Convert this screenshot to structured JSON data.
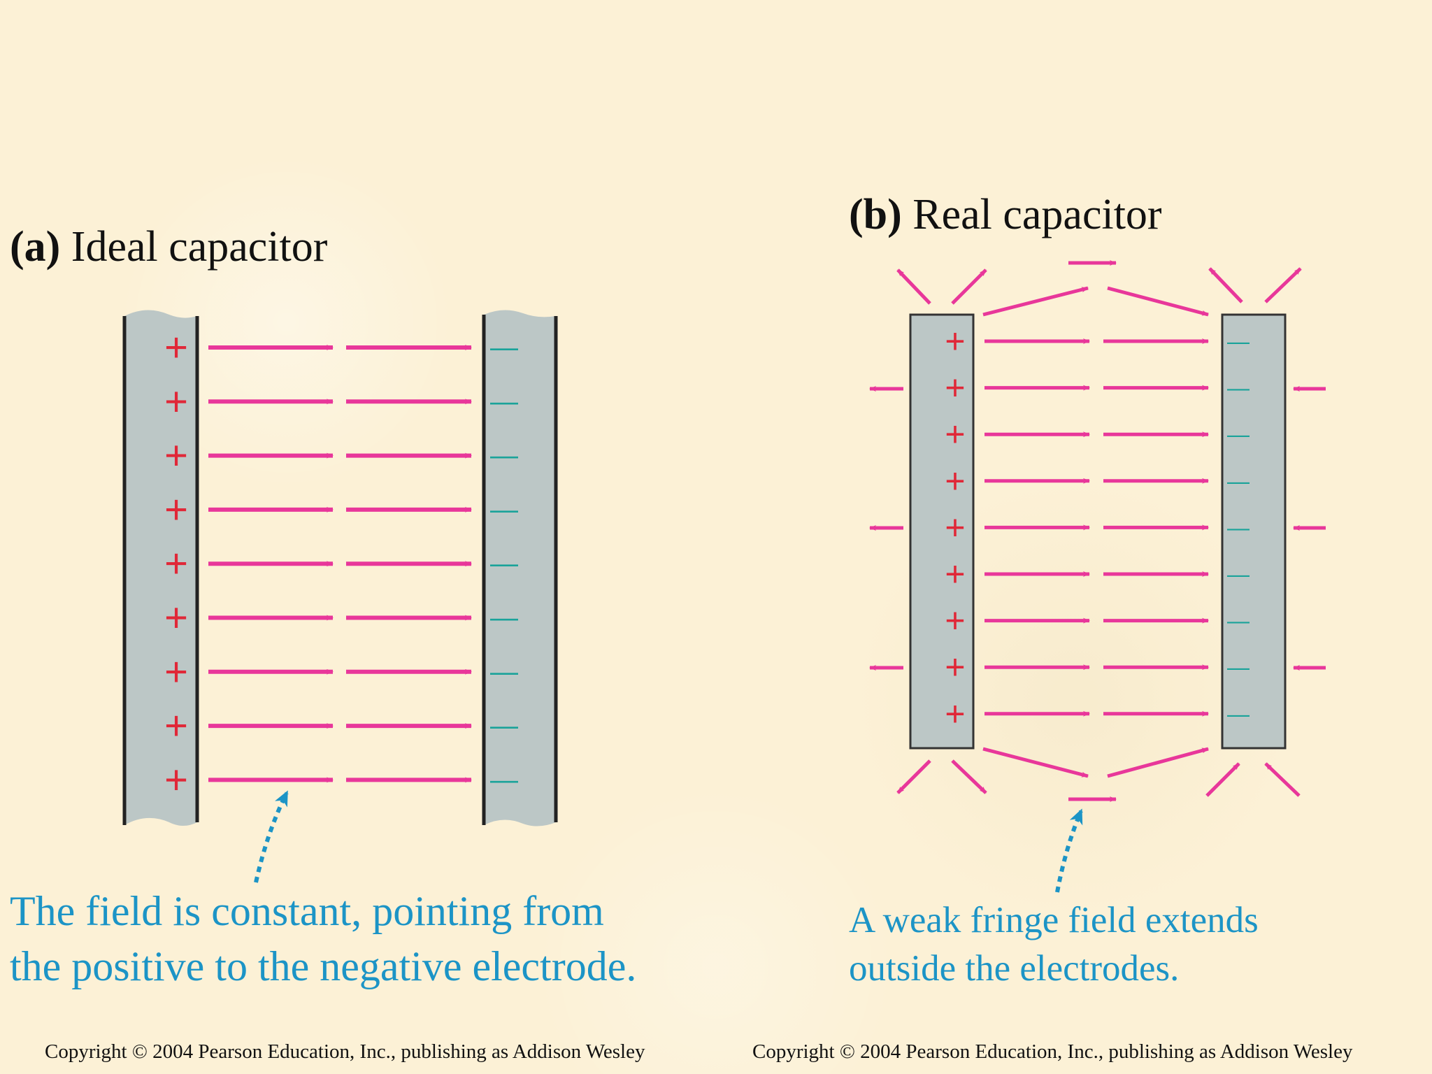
{
  "panel_a": {
    "tag": "(a)",
    "title": "Ideal capacitor",
    "plus_sign": "+",
    "minus_sign": "—",
    "caption_line1": "The field is constant, pointing from",
    "caption_line2": "the positive to the negative electrode.",
    "copyright": "Copyright © 2004 Pearson Education, Inc., publishing as Addison Wesley"
  },
  "panel_b": {
    "tag": "(b)",
    "title": "Real capacitor",
    "plus_sign": "+",
    "minus_sign": "—",
    "caption_line1": "A weak fringe field extends",
    "caption_line2": "outside the electrodes.",
    "copyright": "Copyright © 2004 Pearson Education, Inc., publishing as Addison Wesley"
  },
  "colors": {
    "background": "#fcf1d6",
    "plate_fill": "#bcc7c6",
    "plate_edge": "#222222",
    "field_arrow": "#e8379a",
    "plus_charge": "#e02838",
    "minus_charge": "#1aa39a",
    "caption_text": "#1c94c6",
    "pointer_arrow": "#1c94c6"
  },
  "icons": {
    "field_arrow": "arrow-right-icon",
    "pointer": "dotted-pointer-arrow-icon"
  }
}
